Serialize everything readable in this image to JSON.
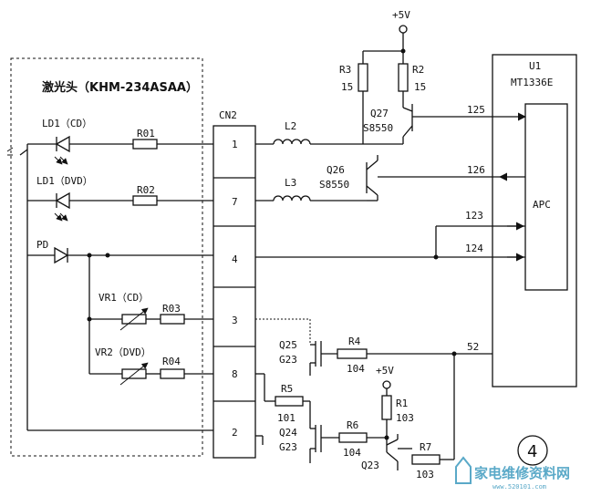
{
  "laser_head": {
    "title": "激光头（KHM-234ASAA）"
  },
  "components": {
    "ld1_cd": "LD1（CD）",
    "ld1_dvd": "LD1（DVD）",
    "pd": "PD",
    "r01": "R01",
    "r02": "R02",
    "vr1": "VR1（CD）",
    "r03": "R03",
    "vr2": "VR2（DVD）",
    "r04": "R04",
    "cn2": "CN2",
    "l2": "L2",
    "l3": "L3",
    "r3": "R3",
    "r3_val": "15",
    "r2": "R2",
    "r2_val": "15",
    "q27": "Q27",
    "q27_type": "S8550",
    "q26": "Q26",
    "q26_type": "S8550",
    "q25": "Q25",
    "q25_type": "G23",
    "r4": "R4",
    "r4_val": "104",
    "r5": "R5",
    "r5_val": "101",
    "q24": "Q24",
    "q24_type": "G23",
    "r6": "R6",
    "r6_val": "104",
    "r1": "R1",
    "r1_val": "103",
    "r7": "R7",
    "r7_val": "103",
    "q23": "Q23",
    "vcc_top": "+5V",
    "vcc_mid": "+5V",
    "u1": "U1",
    "u1_part": "MT1336E",
    "apc": "APC"
  },
  "connector_pins": [
    "1",
    "7",
    "4",
    "3",
    "8",
    "2"
  ],
  "ic_pins": [
    "125",
    "126",
    "123",
    "124",
    "52"
  ],
  "figure_number": "4",
  "watermark": {
    "text": "家电维修资料网",
    "url": "www.520101.com"
  }
}
